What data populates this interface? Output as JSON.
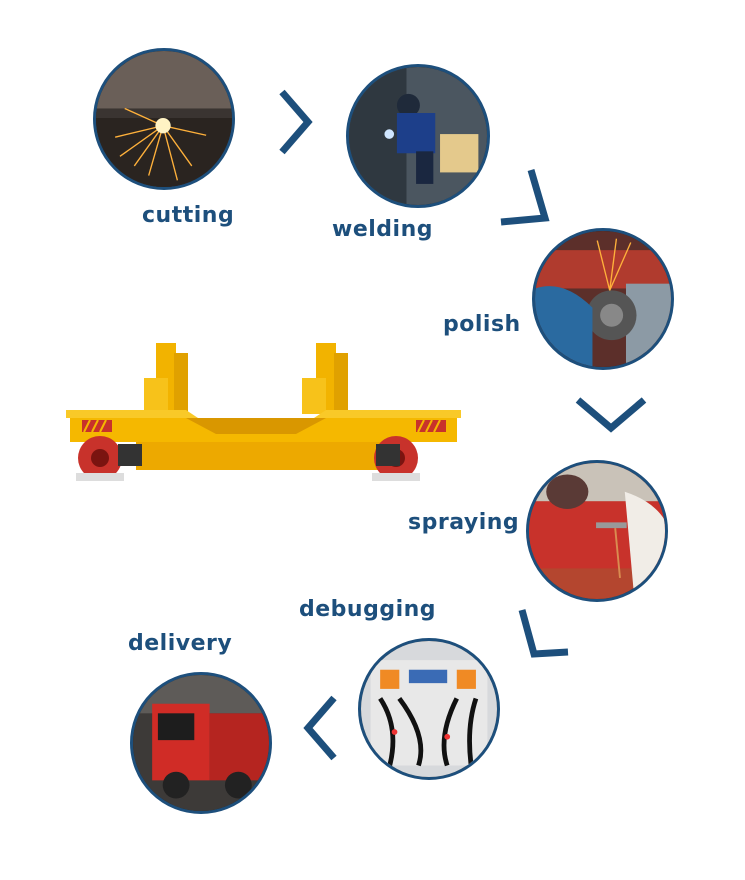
{
  "colors": {
    "accent": "#1d4f7c",
    "cart_yellow": "#f5b800",
    "wheel_red": "#c8322b"
  },
  "steps": [
    {
      "id": "cutting",
      "label": "cutting",
      "scene": "sparks-cutting"
    },
    {
      "id": "welding",
      "label": "welding",
      "scene": "worker-welding"
    },
    {
      "id": "polish",
      "label": "polish",
      "scene": "grinder-polish"
    },
    {
      "id": "spraying",
      "label": "spraying",
      "scene": "spray-gun"
    },
    {
      "id": "debugging",
      "label": "debugging",
      "scene": "control-cabinet"
    },
    {
      "id": "delivery",
      "label": "delivery",
      "scene": "red-truck"
    }
  ],
  "arrows": [
    "chevron-right-icon",
    "chevron-down-left-icon",
    "chevron-down-icon",
    "chevron-down-left-icon",
    "chevron-left-icon"
  ],
  "product": {
    "name": "rail-transfer-cart",
    "color": "yellow"
  }
}
